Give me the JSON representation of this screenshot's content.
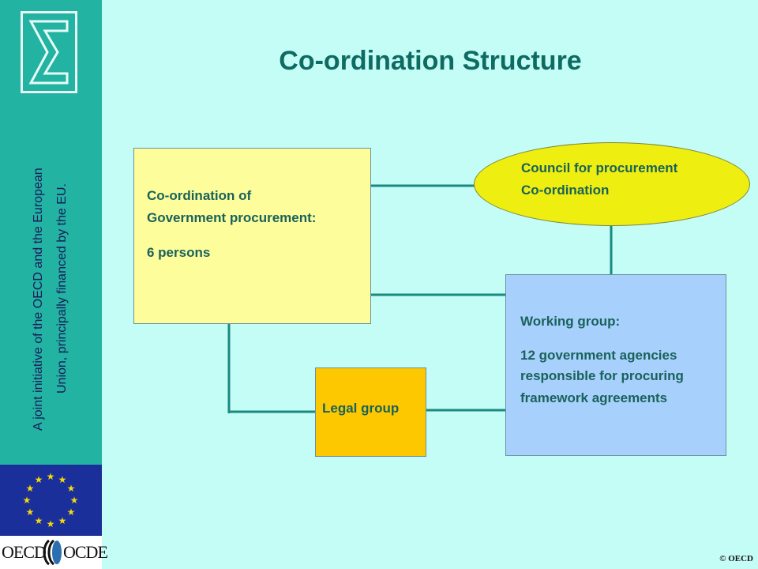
{
  "title": "Co-ordination Structure",
  "sidebar": {
    "line1": "A joint initiative of the OECD and the European",
    "line2": "Union, principally financed by the EU.",
    "logo_icon": "sigma-icon",
    "flag_icon": "eu-flag-icon",
    "oecd_left": "OECD",
    "oecd_right": "OCDE"
  },
  "diagram": {
    "coordination": {
      "line1": "Co-ordination of",
      "line2": "Government procurement:",
      "line3": "6 persons"
    },
    "council": {
      "line1": "Council for procurement",
      "line2": "Co-ordination"
    },
    "working_group": {
      "line1": "Working group:",
      "line2": "12 government agencies",
      "line3": "responsible for procuring",
      "line4": "framework agreements"
    },
    "legal_group": {
      "line1": "Legal group"
    }
  },
  "copyright": "© OECD",
  "colors": {
    "background": "#c4fcf6",
    "sidebar": "#22b3a2",
    "title": "#0d6b62",
    "coordination_box": "#fdfd9c",
    "council_ellipse": "#eeee10",
    "working_box": "#a8d0fc",
    "legal_box": "#fdc800",
    "connector": "#1a8a80"
  }
}
